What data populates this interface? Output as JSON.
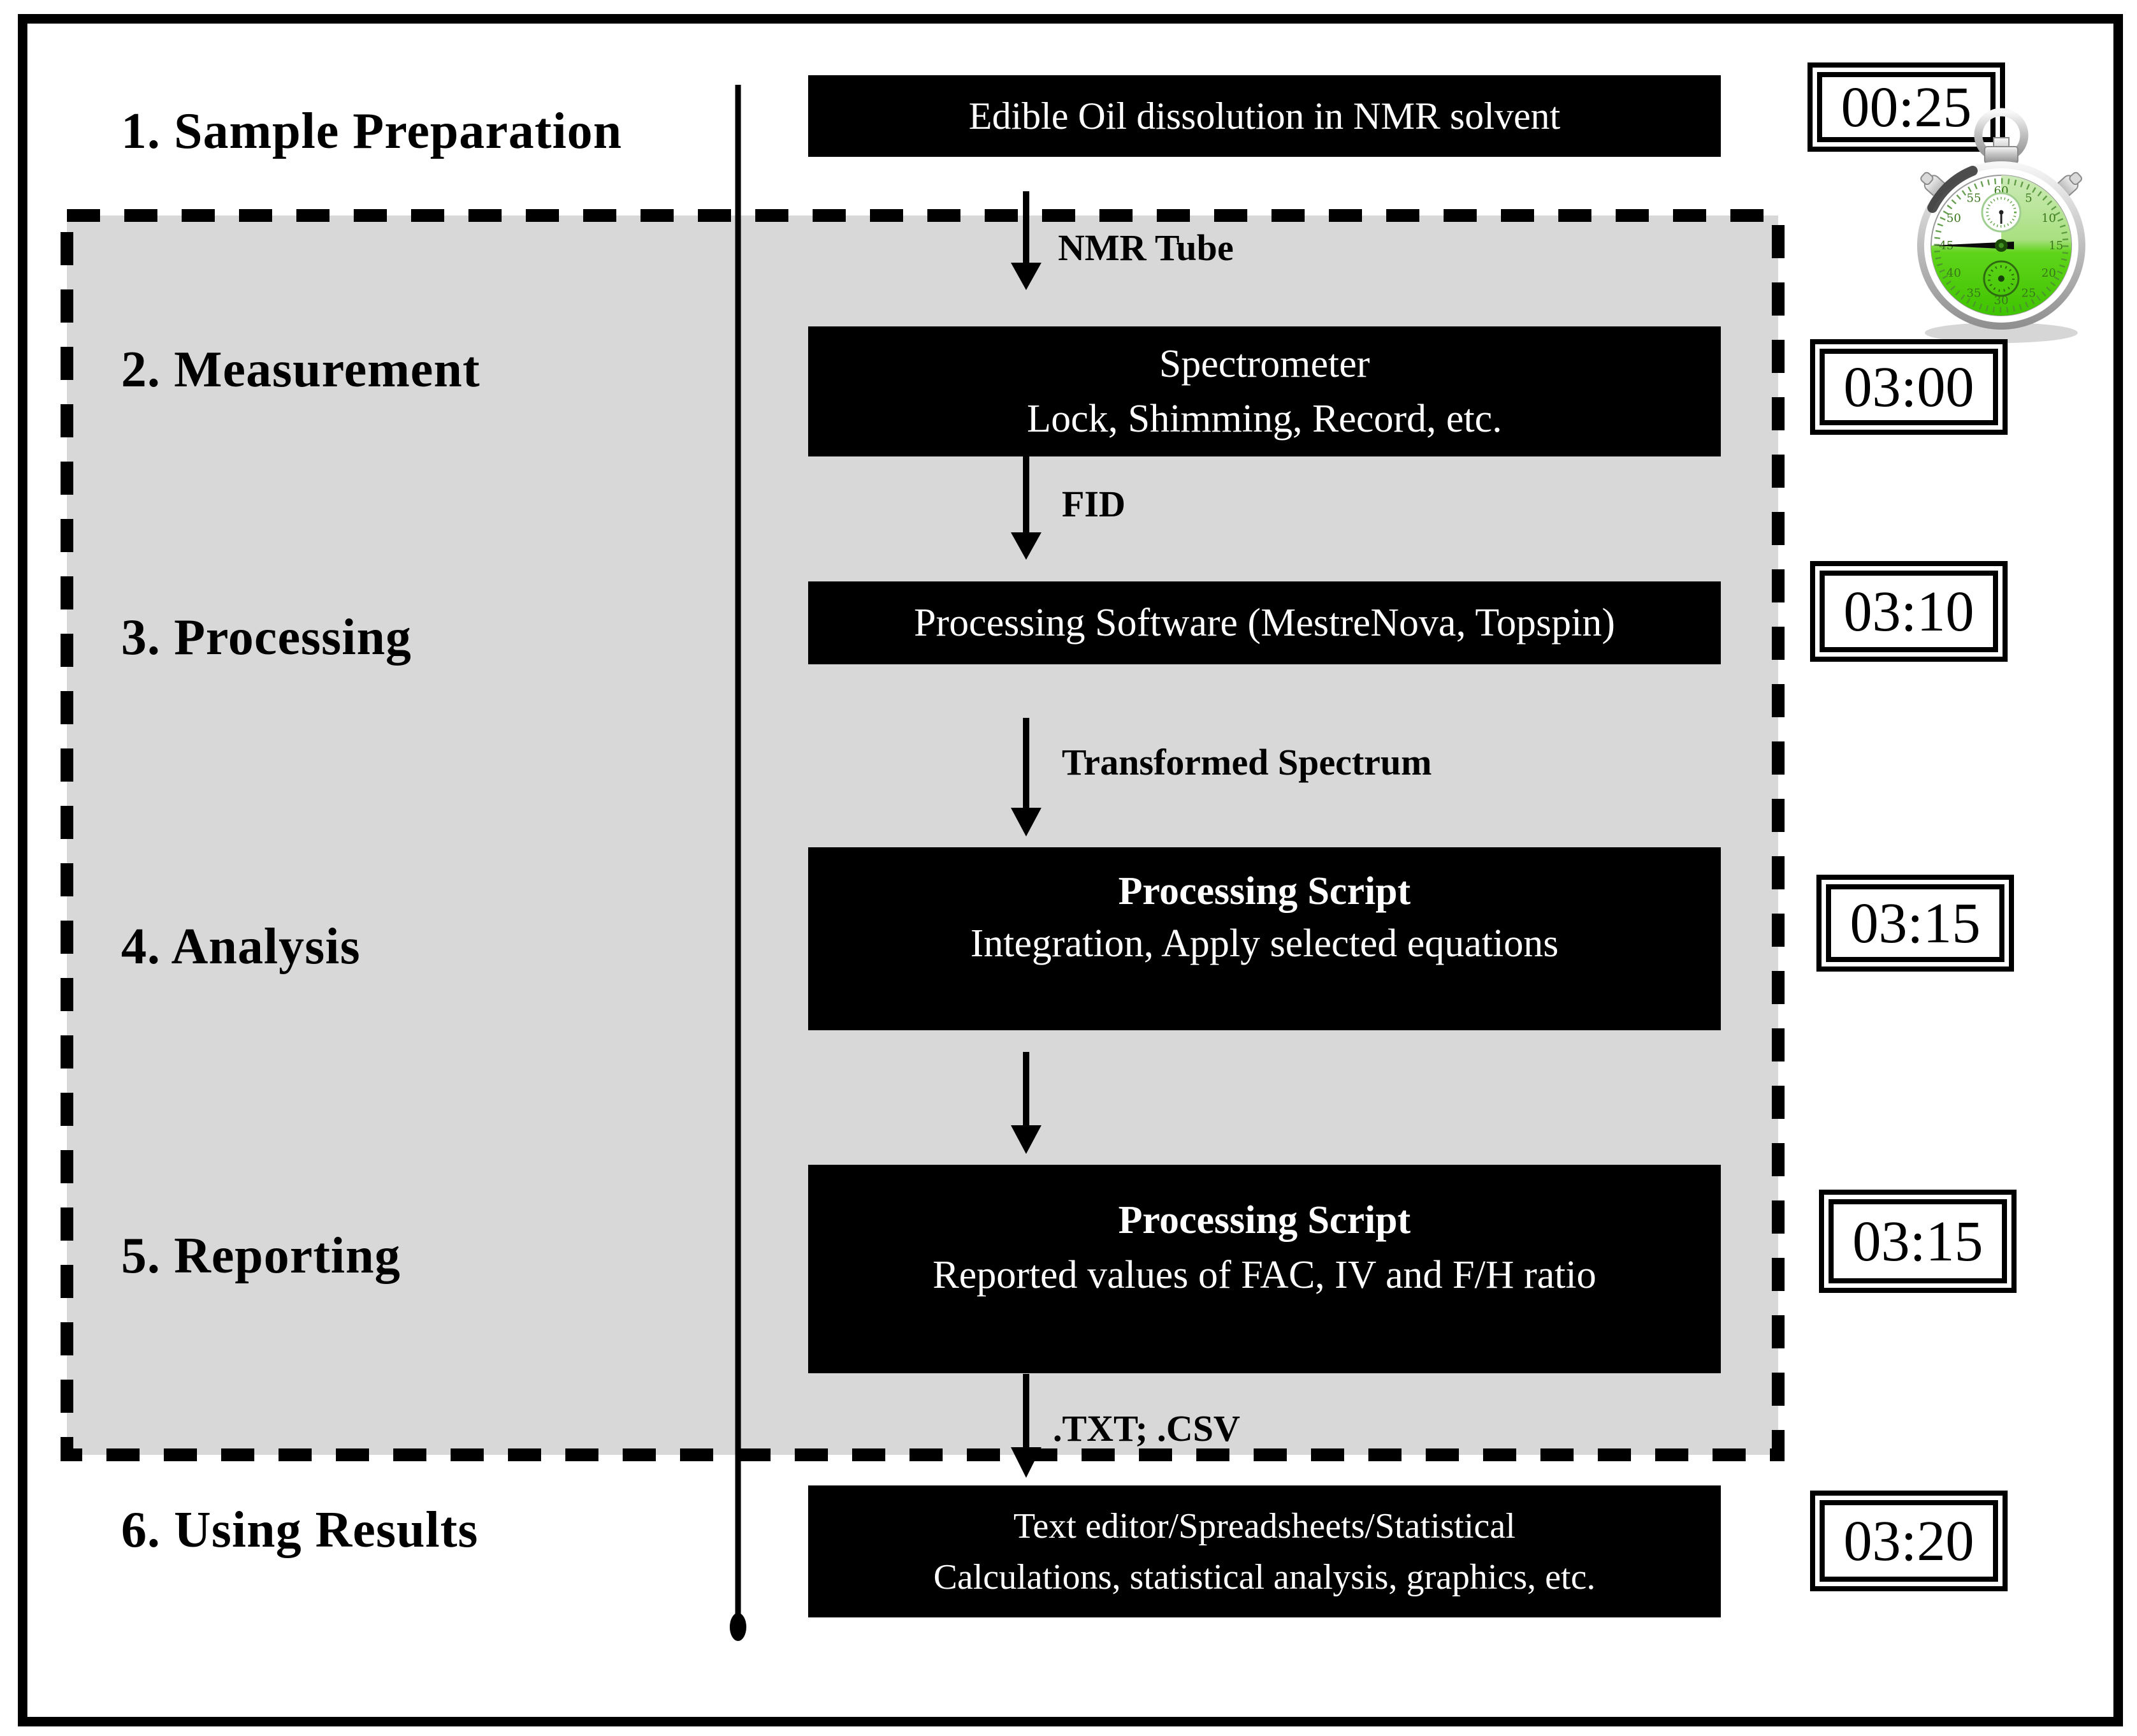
{
  "steps": [
    {
      "label": "1. Sample Preparation",
      "time": "00:25",
      "box_lines": [
        "Edible Oil dissolution in NMR solvent"
      ]
    },
    {
      "label": "2. Measurement",
      "time": "03:00",
      "box_lines": [
        "Spectrometer",
        "Lock, Shimming, Record, etc."
      ]
    },
    {
      "label": "3. Processing",
      "time": "03:10",
      "box_lines": [
        "Processing Software (MestreNova, Topspin)"
      ]
    },
    {
      "label": "4. Analysis",
      "time": "03:15",
      "box_lines": [
        "Processing Script",
        "Integration, Apply selected equations"
      ]
    },
    {
      "label": "5. Reporting",
      "time": "03:15",
      "box_lines": [
        "Processing Script",
        "Reported values of FAC, IV and F/H ratio"
      ]
    },
    {
      "label": "6. Using Results",
      "time": "03:20",
      "box_lines": [
        "Text editor/Spreadsheets/Statistical",
        "Calculations, statistical analysis, graphics, etc."
      ]
    }
  ],
  "arrows": [
    {
      "label": "NMR Tube"
    },
    {
      "label": "FID"
    },
    {
      "label": "Transformed Spectrum"
    },
    {
      "label": ""
    },
    {
      "label": ".TXT; .CSV"
    }
  ],
  "stopwatch": {
    "icon": "stopwatch-icon",
    "dial_numbers": [
      "60",
      "5",
      "10",
      "15",
      "20",
      "25",
      "30",
      "35",
      "40",
      "45",
      "50",
      "55"
    ]
  },
  "colors": {
    "stage_region_fill": "#d8d8d8",
    "flow_box_fill": "#000000",
    "flow_box_text": "#ffffff",
    "stopwatch_green": "#4ccb00",
    "stopwatch_pale_green": "#c9eab6"
  }
}
